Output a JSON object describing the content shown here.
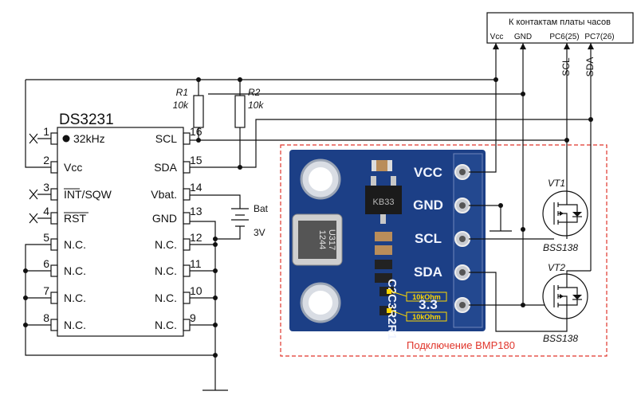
{
  "connector": {
    "title": "К контактам платы часов",
    "pins": [
      "Vcc",
      "GND",
      "PC6(25)",
      "PC7(26)"
    ]
  },
  "chip": {
    "name": "DS3231",
    "left_pins": [
      {
        "num": "1",
        "label": "32kHz"
      },
      {
        "num": "2",
        "label": "Vcc"
      },
      {
        "num": "3",
        "label": "INT/SQW"
      },
      {
        "num": "4",
        "label": "RST"
      },
      {
        "num": "5",
        "label": "N.C."
      },
      {
        "num": "6",
        "label": "N.C."
      },
      {
        "num": "7",
        "label": "N.C."
      },
      {
        "num": "8",
        "label": "N.C."
      }
    ],
    "right_pins": [
      {
        "num": "16",
        "label": "SCL"
      },
      {
        "num": "15",
        "label": "SDA"
      },
      {
        "num": "14",
        "label": "Vbat."
      },
      {
        "num": "13",
        "label": "GND"
      },
      {
        "num": "12",
        "label": "N.C."
      },
      {
        "num": "11",
        "label": "N.C."
      },
      {
        "num": "10",
        "label": "N.C."
      },
      {
        "num": "9",
        "label": "N.C."
      }
    ]
  },
  "resistors": [
    {
      "ref": "R1",
      "value": "10k"
    },
    {
      "ref": "R2",
      "value": "10k"
    }
  ],
  "battery": {
    "label": "Bat",
    "voltage": "3V"
  },
  "bus_labels": {
    "scl": "SCL",
    "sda": "SDA"
  },
  "transistors": [
    {
      "ref": "VT1",
      "type": "BSS138"
    },
    {
      "ref": "VT2",
      "type": "BSS138"
    }
  ],
  "module": {
    "caption": "Подключение BMP180",
    "pins": [
      "VCC",
      "GND",
      "SCL",
      "SDA",
      "3.3"
    ],
    "regulator": "KB33",
    "sensor_marking": "1244\nU317",
    "silk_refs": "C2C3R2R1",
    "pullup_labels": [
      "10kOhm",
      "10kOhm"
    ],
    "colors": {
      "board": "#1c3f86",
      "frame": "#e0352b",
      "label_box": "#ffd800"
    }
  }
}
